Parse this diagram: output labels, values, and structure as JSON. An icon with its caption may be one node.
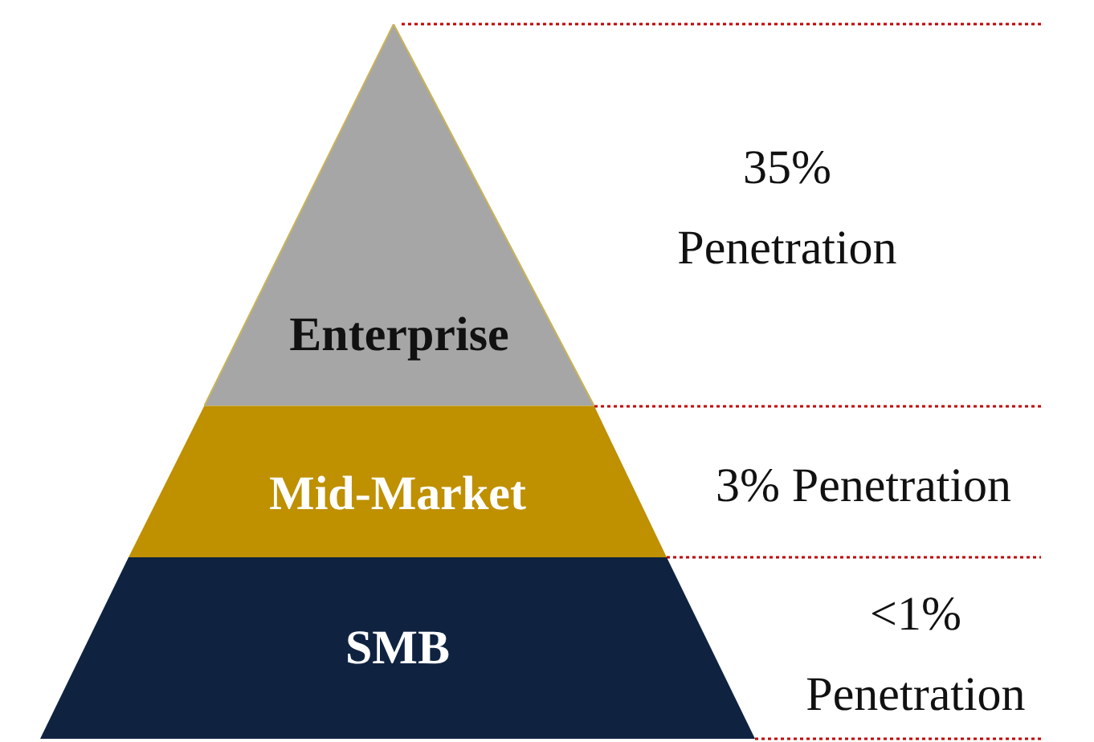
{
  "diagram": {
    "nodes": [
      {
        "text": [
          "Enterprise"
        ],
        "beside": [
          "35% Penetration"
        ]
      },
      {
        "text": [
          "Mid-Market"
        ],
        "beside": [
          "3% Penetration"
        ]
      },
      {
        "text": [
          "SMB"
        ],
        "beside": [
          "<1% Penetration"
        ]
      }
    ]
  }
}
